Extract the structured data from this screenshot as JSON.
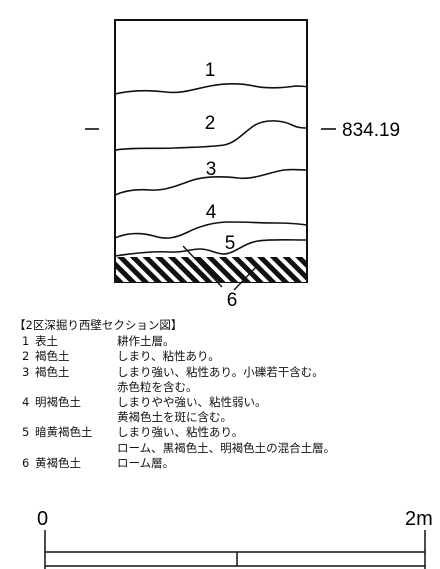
{
  "section": {
    "layer_numbers": [
      "1",
      "2",
      "3",
      "4",
      "5",
      "6"
    ],
    "elevation_label": "834.19"
  },
  "legend": {
    "title": "【2区深掘り西壁セクション図】",
    "rows": [
      {
        "num": "1",
        "name": "表土",
        "desc": "耕作土層。"
      },
      {
        "num": "2",
        "name": "褐色土",
        "desc": "しまり、粘性あり。"
      },
      {
        "num": "3",
        "name": "褐色土",
        "desc": "しまり強い、粘性あり。小礫若干含む。"
      },
      {
        "num": "",
        "name": "",
        "desc": "赤色粒を含む。"
      },
      {
        "num": "4",
        "name": "明褐色土",
        "desc": "しまりやや強い、粘性弱い。"
      },
      {
        "num": "",
        "name": "",
        "desc": "黄褐色土を斑に含む。"
      },
      {
        "num": "5",
        "name": "暗黄褐色土",
        "desc": "しまり強い、粘性あり。"
      },
      {
        "num": "",
        "name": "",
        "desc": "ローム、黒褐色土、明褐色土の混合土層。"
      },
      {
        "num": "6",
        "name": "黄褐色土",
        "desc": "ローム層。"
      }
    ]
  },
  "scale": {
    "start_label": "0",
    "end_label": "2m"
  }
}
